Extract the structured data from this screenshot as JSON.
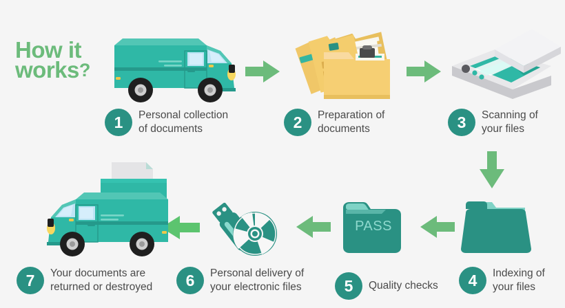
{
  "page": {
    "background_color": "#f5f5f5",
    "title_line1": "How it",
    "title_line2": "works",
    "title_mark": "?",
    "title_color": "#6cbb7b"
  },
  "theme": {
    "badge_color": "#2a9183",
    "badge_text_color": "#ffffff",
    "arrow_color": "#6cbb7b",
    "label_text_color": "#4a4a4a",
    "teal_dark": "#2a9183",
    "teal_mid": "#35b5a0",
    "teal_light": "#7fd3c6",
    "folder_yellow": "#f6cf73",
    "folder_yellow_dark": "#e8bf5d",
    "scanner_grey": "#e8e8ea",
    "tire_black": "#1f1f1f"
  },
  "steps": [
    {
      "number": "1",
      "label": "Personal collection\nof documents",
      "icon": "delivery-truck-icon"
    },
    {
      "number": "2",
      "label": "Preparation of\ndocuments",
      "icon": "paper-folders-icon"
    },
    {
      "number": "3",
      "label": "Scanning of\nyour files",
      "icon": "flatbed-scanner-icon"
    },
    {
      "number": "4",
      "label": "Indexing of\nyour files",
      "icon": "open-folder-icon"
    },
    {
      "number": "5",
      "label": "Quality checks",
      "icon": "pass-folder-icon"
    },
    {
      "number": "6",
      "label": "Personal delivery of\nyour electronic files",
      "icon": "usb-and-disc-icon"
    },
    {
      "number": "7",
      "label": "Your documents are\nreturned or destroyed",
      "icon": "shredder-truck-icon"
    }
  ],
  "folder_badge": {
    "text": "PASS"
  },
  "arrows": [
    {
      "name": "arrow-step1-to-step2",
      "direction": "right"
    },
    {
      "name": "arrow-step2-to-step3",
      "direction": "right"
    },
    {
      "name": "arrow-step3-to-step4",
      "direction": "down"
    },
    {
      "name": "arrow-step4-to-step5",
      "direction": "left"
    },
    {
      "name": "arrow-step5-to-step6",
      "direction": "left"
    },
    {
      "name": "arrow-step6-to-step7",
      "direction": "left"
    }
  ]
}
